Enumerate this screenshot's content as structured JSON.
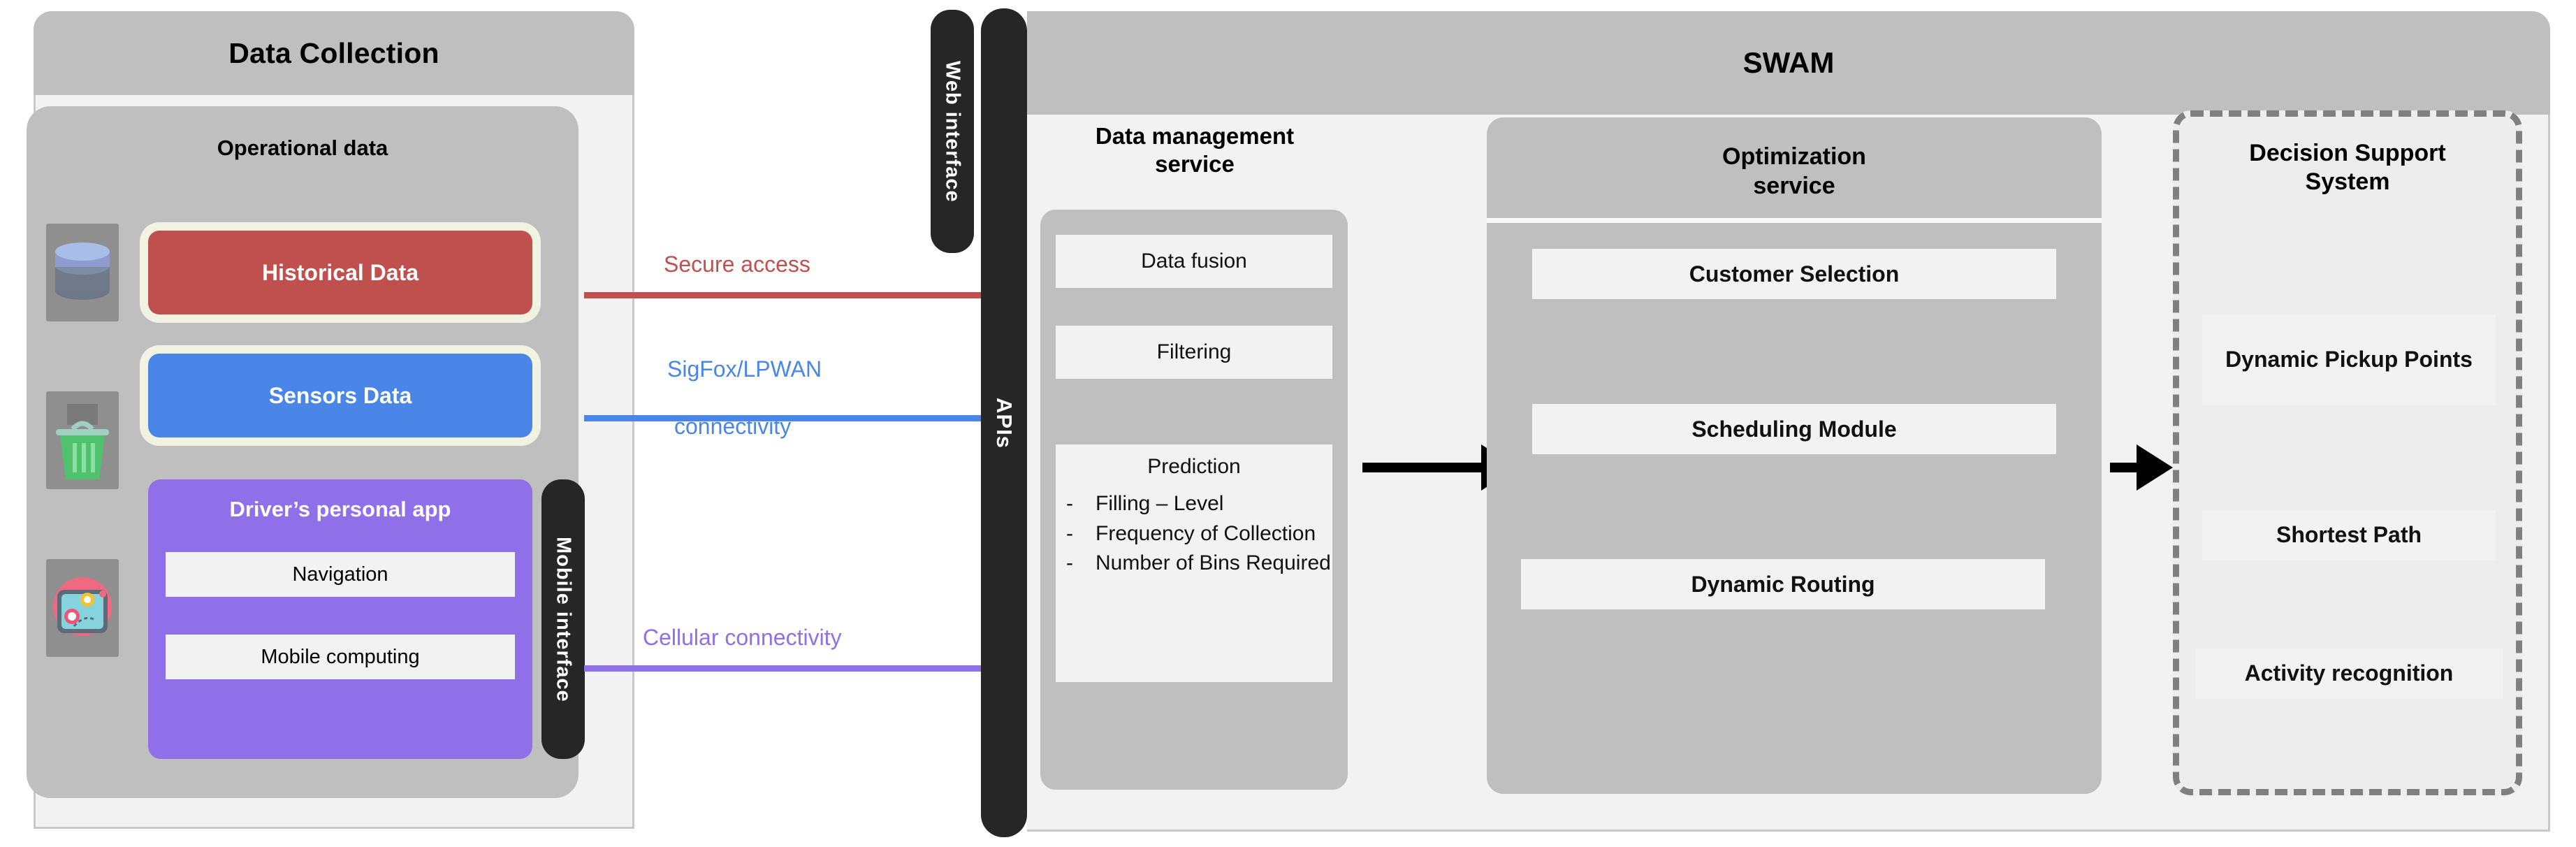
{
  "data_collection": {
    "title": "Data Collection",
    "operational_title": "Operational data",
    "historical_data": "Historical Data",
    "sensors_data": "Sensors Data",
    "driver_app": {
      "title": "Driver’s personal app",
      "navigation": "Navigation",
      "mobile_computing": "Mobile computing"
    },
    "mobile_interface": "Mobile interface",
    "icons": {
      "database": "database-icon",
      "bin": "waste-bin-icon",
      "navigation_app": "navigation-app-icon"
    },
    "colors": {
      "historical": "#c0504d",
      "sensors": "#4a86e8",
      "driver_app": "#9070e8",
      "panel_header": "#bfbfbf",
      "panel_body": "#f2f2f2"
    }
  },
  "connectors": {
    "secure_access": {
      "label": "Secure access",
      "color": "#c0504d"
    },
    "sigfox": {
      "label_line1": "SigFox/LPWAN",
      "label_line2": "connectivity",
      "color": "#4a86e8"
    },
    "cellular": {
      "label": "Cellular connectivity",
      "color": "#9070e8"
    }
  },
  "interfaces": {
    "web_interface": "Web interface",
    "apis": "APIs",
    "bar_color": "#262626"
  },
  "swam": {
    "title": "SWAM",
    "data_management": {
      "title_line1": "Data management",
      "title_line2": "service",
      "items": [
        "Data fusion",
        "Filtering"
      ],
      "prediction": {
        "title": "Prediction",
        "bullets": [
          "Filling – Level",
          "Frequency of Collection",
          "Number of Bins Required"
        ],
        "dash": "-"
      }
    },
    "optimization": {
      "title_line1": "Optimization",
      "title_line2": "service",
      "items": [
        "Customer Selection",
        "Scheduling Module",
        "Dynamic Routing"
      ]
    },
    "decision_support": {
      "title_line1": "Decision Support",
      "title_line2": "System",
      "items": [
        "Dynamic Pickup Points",
        "Shortest Path",
        "Activity recognition"
      ]
    }
  }
}
